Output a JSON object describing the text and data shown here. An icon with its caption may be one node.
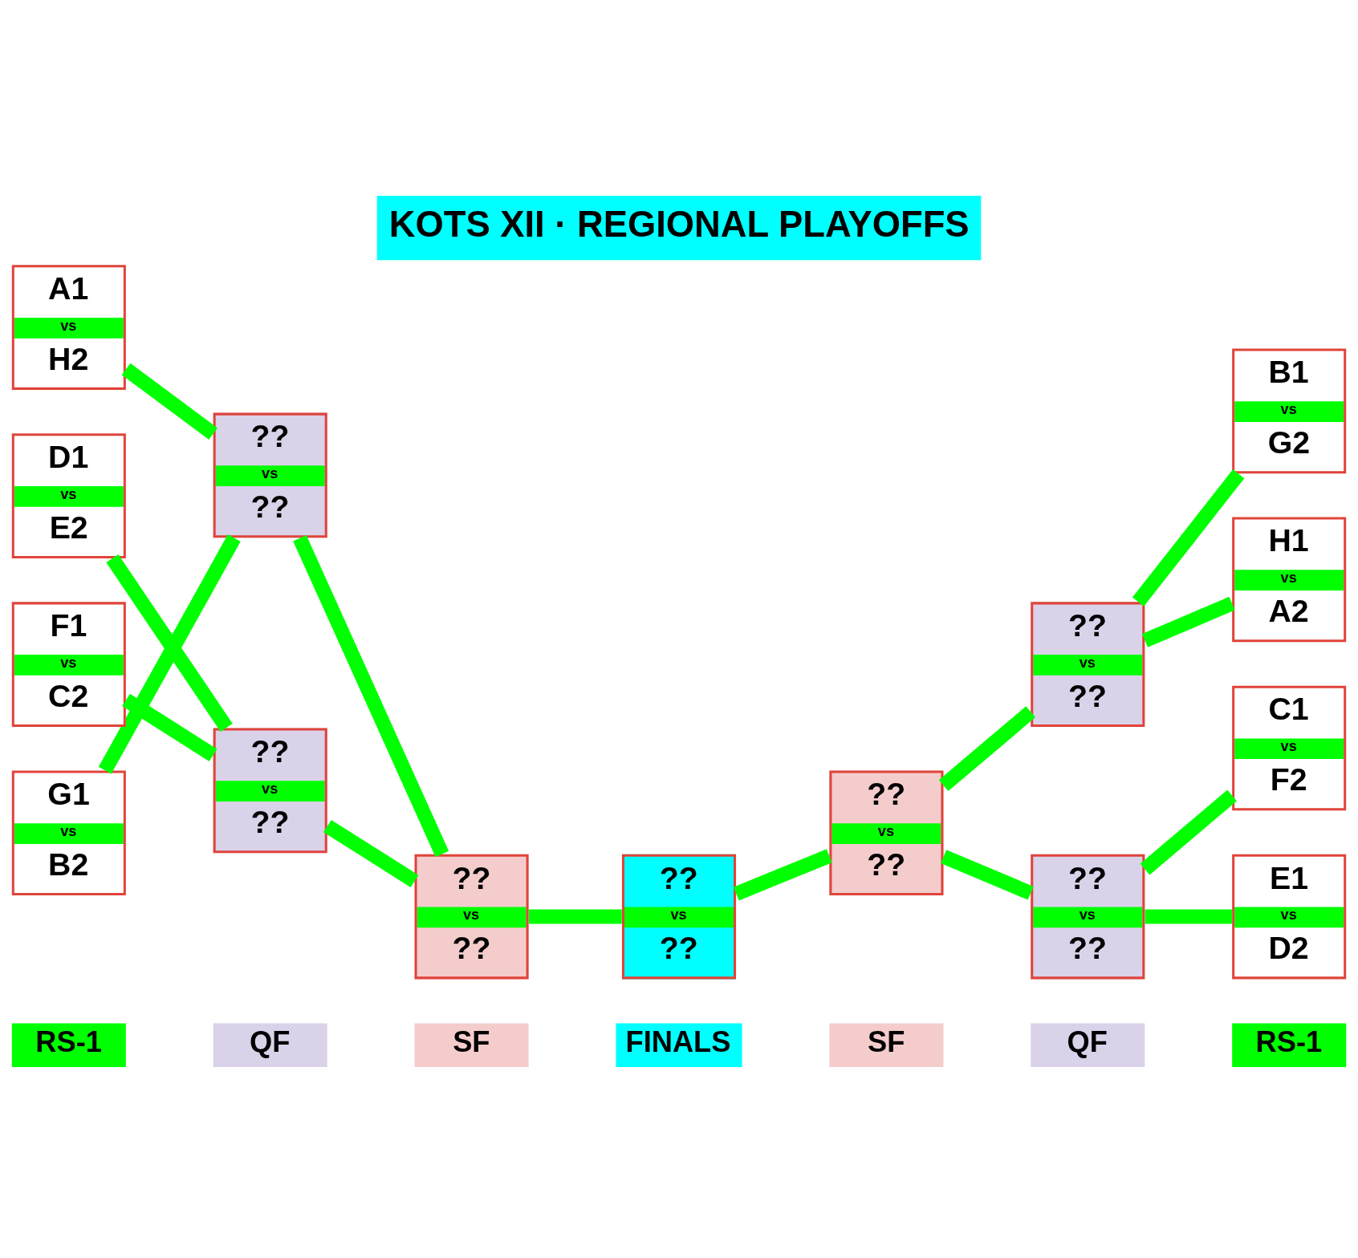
{
  "diagram": {
    "title": "KOTS XII · REGIONAL PLAYOFFS",
    "nodes": [
      {
        "text": [
          "A1",
          "vs",
          "H2"
        ]
      },
      {
        "text": [
          "G1",
          "vs",
          "B2"
        ]
      },
      {
        "text": [
          "D1",
          "vs",
          "E2"
        ]
      },
      {
        "text": [
          "F1",
          "vs",
          "C2"
        ]
      },
      {
        "text": [
          "??",
          "vs",
          "??"
        ]
      },
      {
        "text": [
          "??",
          "vs",
          "??"
        ]
      },
      {
        "text": [
          "??",
          "vs",
          "??"
        ]
      },
      {
        "text": [
          "??",
          "vs",
          "??"
        ]
      },
      {
        "text": [
          "??",
          "vs",
          "??"
        ]
      },
      {
        "text": [
          "??",
          "vs",
          "??"
        ]
      },
      {
        "text": [
          "??",
          "vs",
          "??"
        ]
      },
      {
        "text": [
          "B1",
          "vs",
          "G2"
        ]
      },
      {
        "text": [
          "H1",
          "vs",
          "A2"
        ]
      },
      {
        "text": [
          "C1",
          "vs",
          "F2"
        ]
      },
      {
        "text": [
          "E1",
          "vs",
          "D2"
        ]
      }
    ],
    "edges": [
      {
        "from": 0,
        "to": 4,
        "arrow": "none"
      },
      {
        "from": 1,
        "to": 4,
        "arrow": "none"
      },
      {
        "from": 2,
        "to": 5,
        "arrow": "none"
      },
      {
        "from": 3,
        "to": 5,
        "arrow": "none"
      },
      {
        "from": 4,
        "to": 6,
        "arrow": "none"
      },
      {
        "from": 5,
        "to": 6,
        "arrow": "none"
      },
      {
        "from": 6,
        "to": 7,
        "arrow": "none"
      },
      {
        "from": 8,
        "to": 7,
        "arrow": "none"
      },
      {
        "from": 9,
        "to": 8,
        "arrow": "none"
      },
      {
        "from": 10,
        "to": 8,
        "arrow": "none"
      },
      {
        "from": 11,
        "to": 9,
        "arrow": "none"
      },
      {
        "from": 12,
        "to": 9,
        "arrow": "none"
      },
      {
        "from": 13,
        "to": 10,
        "arrow": "none"
      },
      {
        "from": 14,
        "to": 10,
        "arrow": "none"
      }
    ],
    "labels": [
      "RS-1",
      "QF",
      "SF",
      "FINALS",
      "SF",
      "QF",
      "RS-1"
    ]
  }
}
